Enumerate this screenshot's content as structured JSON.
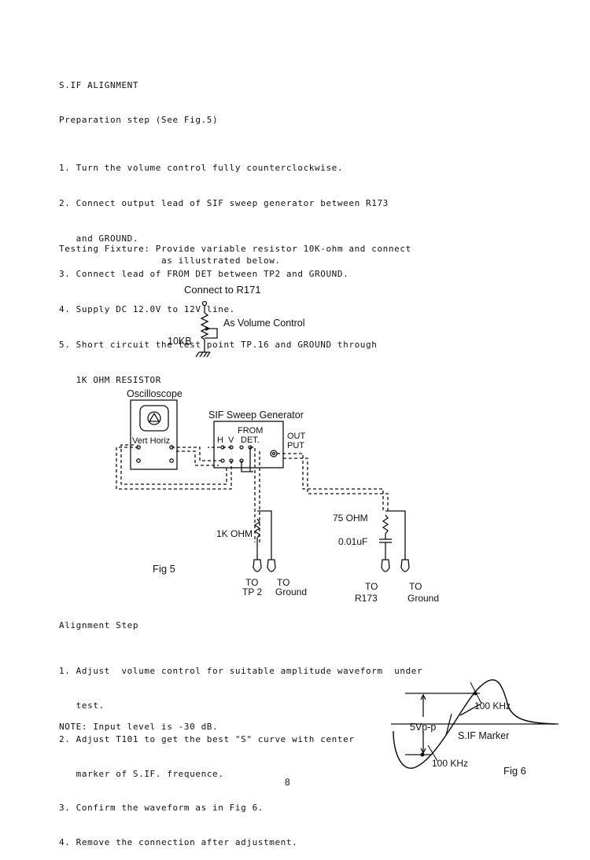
{
  "section_title": "S.IF ALIGNMENT",
  "prep": {
    "heading": "Preparation step (See Fig.5)",
    "steps": [
      "1. Turn the volume control fully counterclockwise.",
      "2. Connect output lead of SIF sweep generator between R173",
      "   and GROUND.",
      "3. Connect lead of FROM DET between TP2 and GROUND.",
      "4. Supply DC 12.0V to 12V line.",
      "5. Short circuit the test point TP.16 and GROUND through",
      "   1K OHM RESISTOR"
    ]
  },
  "fixture": {
    "line1": "Testing Fixture: Provide variable resistor 10K-ohm and connect",
    "line2": "as illustrated below."
  },
  "vr_diagram": {
    "connect_label": "Connect to  R171",
    "resistor_label": "10KB",
    "function_label": "As Volume Control"
  },
  "fig5": {
    "oscilloscope": "Oscilloscope",
    "vert_horiz": "Vert Horiz",
    "generator": "SIF  Sweep Generator",
    "h": "H",
    "v": "V",
    "from_det_1": "FROM",
    "from_det_2": "DET.",
    "out_1": "OUT",
    "out_2": "PUT",
    "r1k": "1K  OHM",
    "r75": "75 OHM",
    "cap": "0.01uF",
    "to1": "TO",
    "tp2": "TP 2",
    "to2": "TO",
    "ground1": "Ground",
    "to3": "TO",
    "r173": "R173",
    "to4": "TO",
    "ground2": "Ground",
    "caption": "Fig 5"
  },
  "alignment": {
    "heading": "Alignment Step",
    "steps": [
      "1. Adjust  volume control for suitable amplitude waveform  under",
      "   test.",
      "2. Adjust T101 to get the best \"S\" curve with center",
      "   marker of S.IF. frequence.",
      "3. Confirm the waveform as in Fig 6.",
      "4. Remove the connection after adjustment."
    ],
    "note": "NOTE: Input level is -30 dB."
  },
  "fig6": {
    "top_marker": "100 KHz",
    "amplitude": "5Vp-p",
    "center_marker": "S.IF Marker",
    "bottom_marker": "100 KHz",
    "caption": "Fig 6"
  },
  "page_number": "8"
}
